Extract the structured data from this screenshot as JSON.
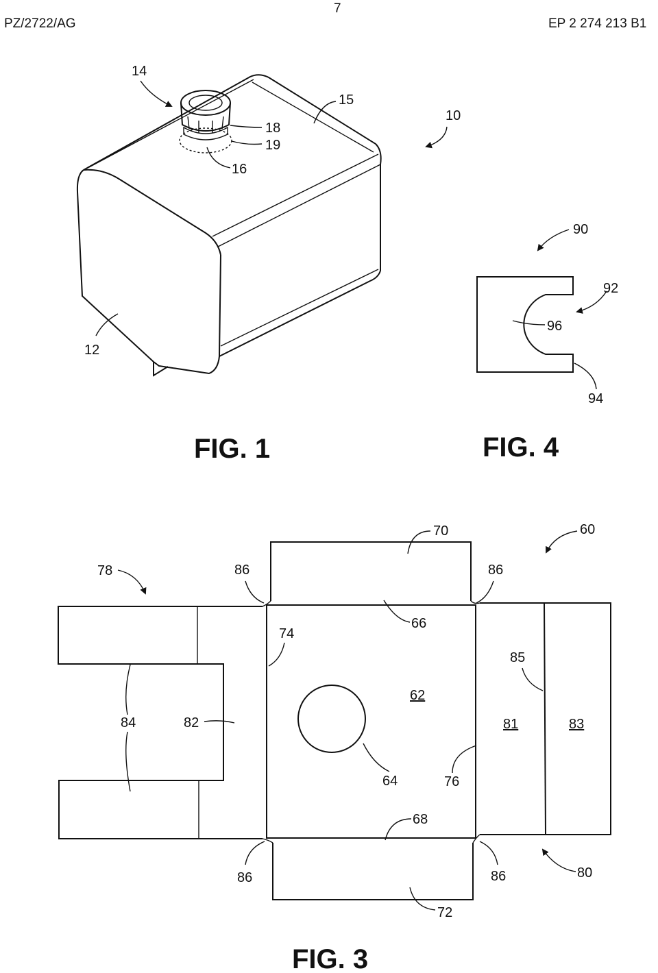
{
  "header": {
    "left": "PZ/2722/AG",
    "page_number": "7",
    "right": "EP 2 274 213 B1"
  },
  "figures": {
    "fig1": {
      "caption": "FIG. 1",
      "labels": {
        "r14": "14",
        "r15": "15",
        "r10": "10",
        "r18": "18",
        "r19": "19",
        "r16": "16",
        "r12": "12"
      }
    },
    "fig4": {
      "caption": "FIG. 4",
      "labels": {
        "r90": "90",
        "r92": "92",
        "r96": "96",
        "r94": "94"
      }
    },
    "fig3": {
      "caption": "FIG. 3",
      "labels": {
        "r70": "70",
        "r60": "60",
        "r78": "78",
        "r86a": "86",
        "r86b": "86",
        "r66": "66",
        "r74": "74",
        "r85": "85",
        "r62": "62",
        "r84": "84",
        "r82": "82",
        "r81": "81",
        "r83": "83",
        "r64": "64",
        "r76": "76",
        "r68": "68",
        "r86c": "86",
        "r86d": "86",
        "r80": "80",
        "r72": "72"
      }
    }
  }
}
